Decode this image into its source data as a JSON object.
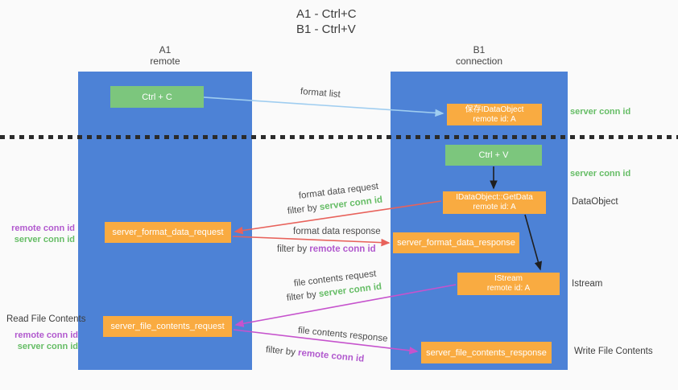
{
  "title": {
    "line1": "A1 - Ctrl+C",
    "line2": "B1 - Ctrl+V"
  },
  "lifelines": {
    "a1": {
      "name": "A1",
      "role": "remote"
    },
    "b1": {
      "name": "B1",
      "role": "connection"
    }
  },
  "boxes": {
    "ctrl_c": {
      "label": "Ctrl + C"
    },
    "ctrl_v": {
      "label": "Ctrl + V"
    },
    "save_idataobject": {
      "line1": "保存IDataObject",
      "line2": "remote id: A"
    },
    "getdata": {
      "line1": "IDataObject::GetData",
      "line2": "remote id: A"
    },
    "istream": {
      "line1": "IStream",
      "line2": "remote id: A"
    },
    "server_format_data_request": {
      "label": "server_format_data_request"
    },
    "server_format_data_response": {
      "label": "server_format_data_response"
    },
    "server_file_contents_request": {
      "label": "server_file_contents_request"
    },
    "server_file_contents_response": {
      "label": "server_file_contents_response"
    }
  },
  "messages": {
    "format_list": {
      "label": "format list"
    },
    "format_data_request": {
      "label": "format data request",
      "filter_prefix": "filter by ",
      "filter_key": "server conn id"
    },
    "format_data_response": {
      "label": "format data response",
      "filter_prefix": "filter by ",
      "filter_key": "remote conn id"
    },
    "file_contents_request": {
      "label": "file contents request",
      "filter_prefix": "filter by ",
      "filter_key": "server conn id"
    },
    "file_contents_response": {
      "label": "file contents response",
      "filter_prefix": "filter by ",
      "filter_key": "remote conn id"
    }
  },
  "annotations": {
    "right_server_conn_top": "server conn id",
    "right_server_conn_mid": "server conn id",
    "dataobject": "DataObject",
    "istream": "Istream",
    "write_file_contents": "Write File Contents",
    "read_file_contents": "Read File Contents",
    "left_format_remote": "remote conn id",
    "left_format_server": "server conn id",
    "left_file_remote": "remote conn id",
    "left_file_server": "server conn id"
  },
  "colors": {
    "lifeline_blue": "#4d82d6",
    "action_green": "#7cc67d",
    "message_orange": "#f9ab41",
    "server_conn_green": "#66bd66",
    "remote_conn_purple": "#b159ce",
    "request_red": "#e8625b",
    "file_magenta": "#c653cd",
    "format_list_blue": "#9fcdf0",
    "black_arrow": "#1f1f1f"
  }
}
